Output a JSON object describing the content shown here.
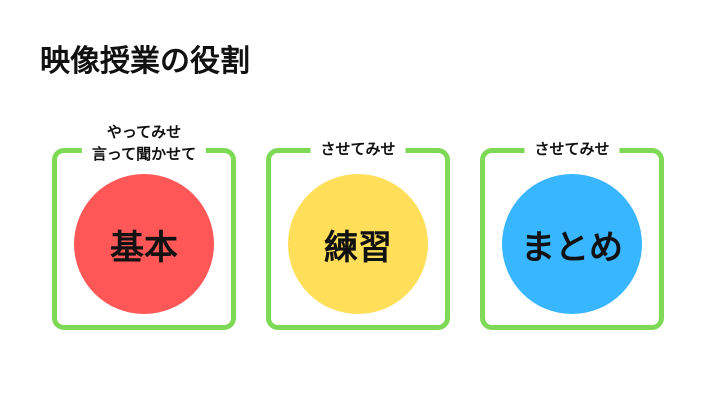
{
  "title": "映像授業の役割",
  "cards": [
    {
      "caption_lines": [
        "やってみせ",
        "言って聞かせて"
      ],
      "label": "基本",
      "color": "#ff5757"
    },
    {
      "caption": "させてみせ",
      "label": "練習",
      "color": "#ffde59"
    },
    {
      "caption": "させてみせ",
      "label": "まとめ",
      "color": "#38b6ff"
    }
  ],
  "frame_color": "#7ed957"
}
